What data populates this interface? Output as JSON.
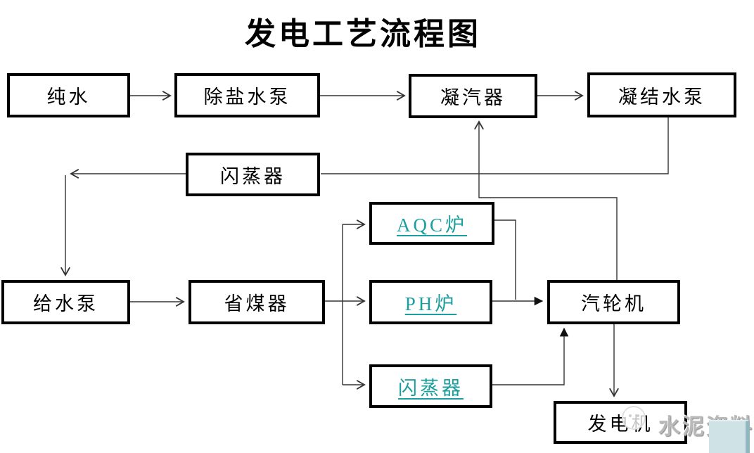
{
  "title": "发电工艺流程图",
  "diagram": {
    "nodes": {
      "pure_water": {
        "label": "纯水"
      },
      "desalt_pump": {
        "label": "除盐水泵"
      },
      "condenser": {
        "label": "凝汽器"
      },
      "condensate_pump": {
        "label": "凝结水泵"
      },
      "flash_evaporator_top": {
        "label": "闪蒸器"
      },
      "aqc_boiler": {
        "label": "AQC炉",
        "style": "teal-link"
      },
      "feed_pump": {
        "label": "给水泵"
      },
      "economizer": {
        "label": "省煤器"
      },
      "ph_boiler": {
        "label": "PH炉",
        "style": "teal-link"
      },
      "steam_turbine": {
        "label": "汽轮机"
      },
      "flash_evaporator_bottom": {
        "label": "闪蒸器",
        "style": "teal-link"
      },
      "generator": {
        "label": "发电机"
      }
    },
    "edges": [
      {
        "from": "pure_water",
        "to": "desalt_pump"
      },
      {
        "from": "desalt_pump",
        "to": "condenser"
      },
      {
        "from": "condenser",
        "to": "condensate_pump"
      },
      {
        "from": "condensate_pump",
        "to": "flash_evaporator_top"
      },
      {
        "from": "flash_evaporator_top",
        "to": "feed_pump"
      },
      {
        "from": "feed_pump",
        "to": "economizer"
      },
      {
        "from": "economizer",
        "to": "aqc_boiler"
      },
      {
        "from": "economizer",
        "to": "ph_boiler"
      },
      {
        "from": "economizer",
        "to": "flash_evaporator_bottom"
      },
      {
        "from": "aqc_boiler",
        "to": "steam_turbine"
      },
      {
        "from": "ph_boiler",
        "to": "steam_turbine"
      },
      {
        "from": "flash_evaporator_bottom",
        "to": "steam_turbine"
      },
      {
        "from": "steam_turbine",
        "to": "condenser"
      },
      {
        "from": "steam_turbine",
        "to": "generator"
      }
    ]
  },
  "watermark": {
    "text": "水泥资料"
  },
  "colors": {
    "link_teal": "#1a9e9e",
    "box_border": "#000000",
    "connector_line": "#333333",
    "watermark_gray": "#b9b9b9",
    "corner_square_fill": "#cfe2e6",
    "corner_square_edge": "#93b7bf"
  }
}
